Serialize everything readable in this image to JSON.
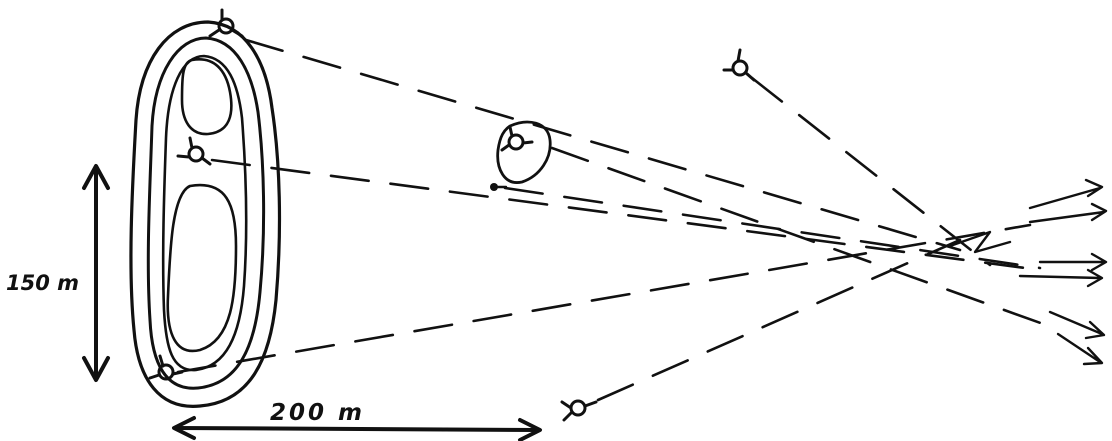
{
  "dimensions": {
    "vertical_label": "150 m",
    "horizontal_label": "200 m"
  },
  "ink_color": "#111111",
  "background_color": "#ffffff",
  "symbols": [
    "plant-symbol",
    "plant-symbol",
    "plant-symbol",
    "plant-symbol",
    "plant-symbol",
    "plant-symbol"
  ]
}
